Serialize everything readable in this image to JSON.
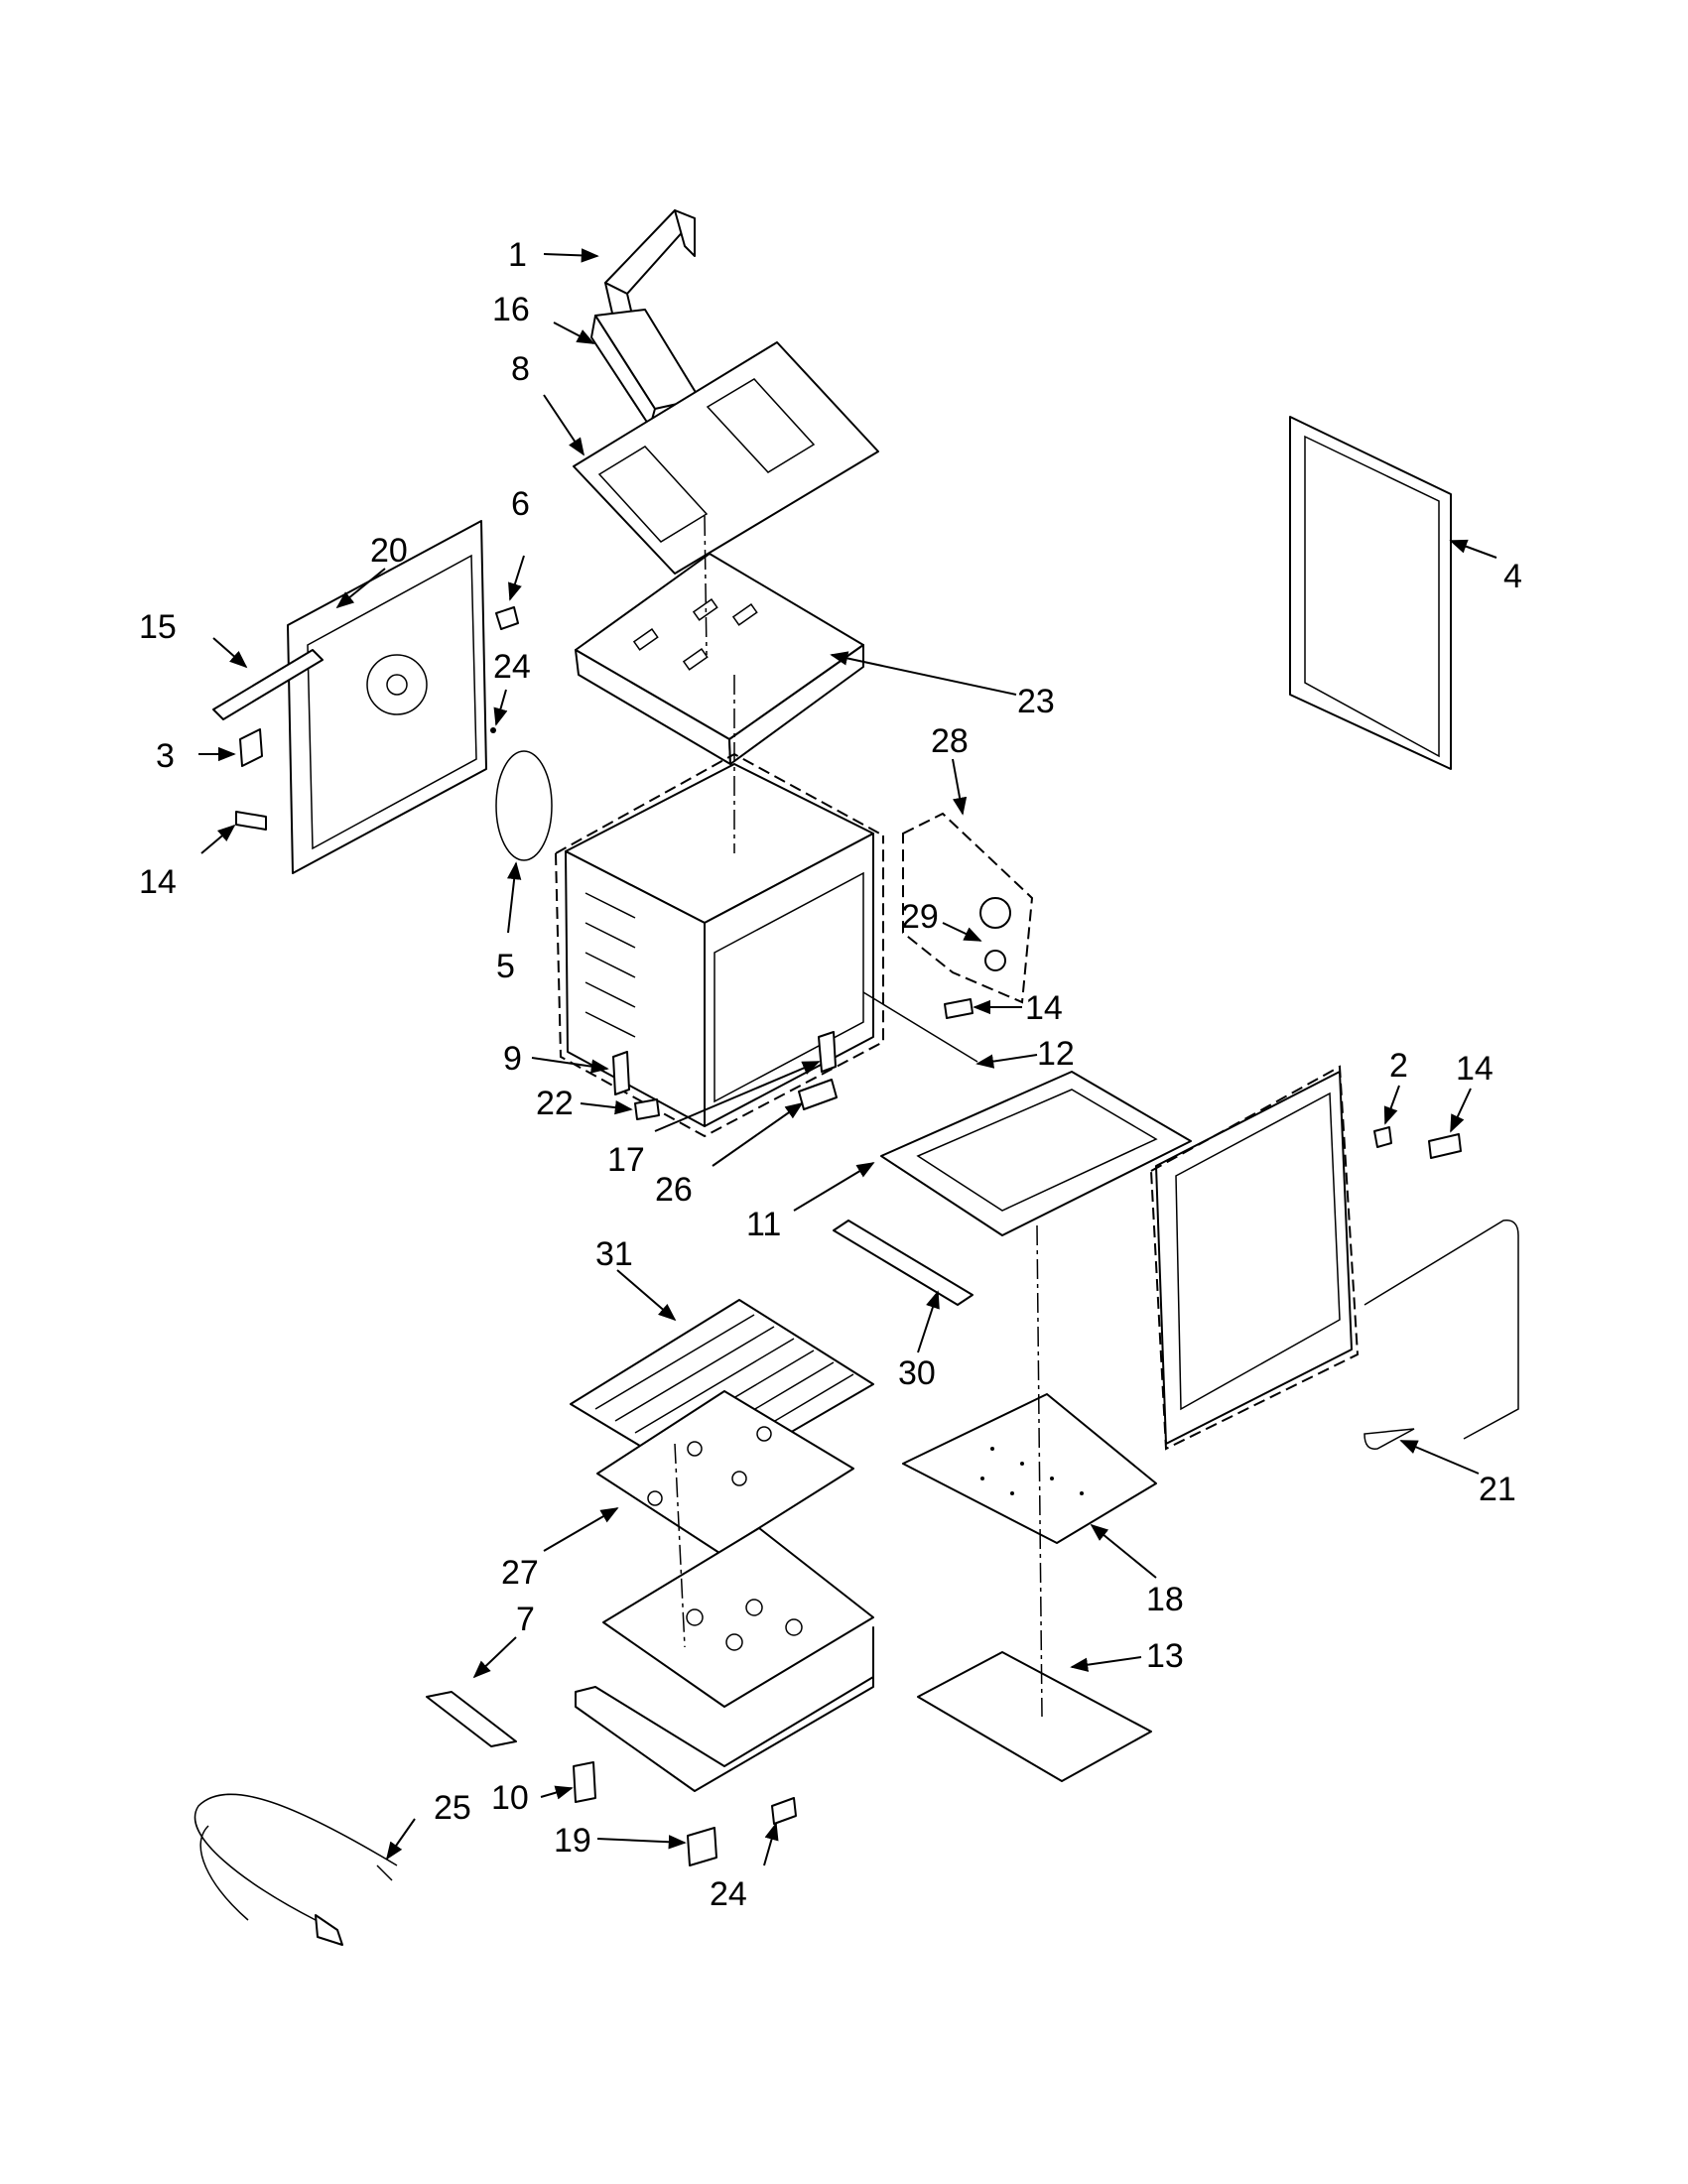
{
  "diagram": {
    "callouts": [
      "1",
      "16",
      "8",
      "6",
      "20",
      "15",
      "3",
      "14",
      "24",
      "23",
      "28",
      "5",
      "29",
      "4",
      "14",
      "12",
      "9",
      "22",
      "17",
      "26",
      "2",
      "14",
      "11",
      "31",
      "30",
      "21",
      "18",
      "27",
      "7",
      "13",
      "10",
      "25",
      "19",
      "24"
    ]
  }
}
